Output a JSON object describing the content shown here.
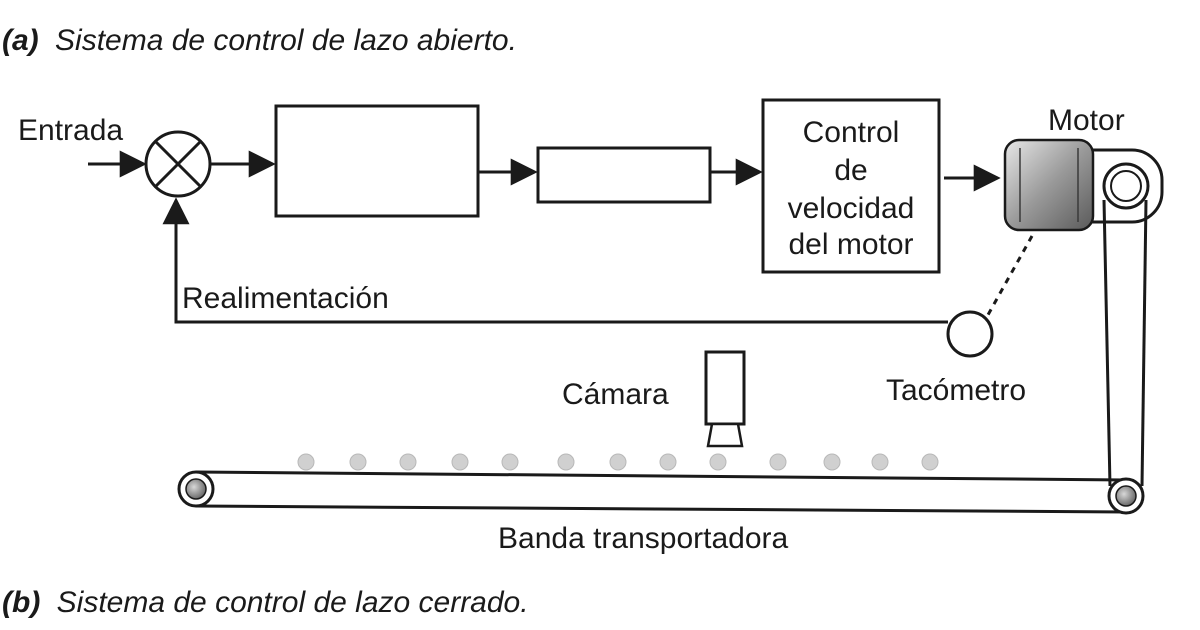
{
  "captions": {
    "a_tag": "(a)",
    "a_text": "Sistema de control de lazo abierto.",
    "b_tag": "(b)",
    "b_text": "Sistema de control de lazo cerrado."
  },
  "labels": {
    "input": "Entrada",
    "motor": "Motor",
    "feedback": "Realimentación",
    "tachometer": "Tacómetro",
    "camera": "Cámara",
    "conveyor": "Banda transportadora"
  },
  "speed_control_block": {
    "lines": [
      "Control",
      "de",
      "velocidad",
      "del motor"
    ]
  }
}
